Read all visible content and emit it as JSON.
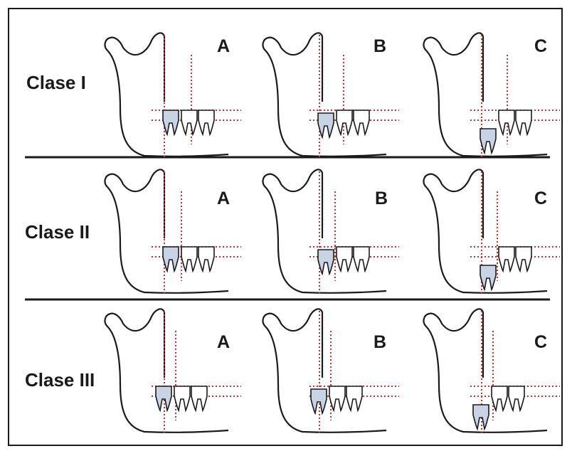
{
  "figure": {
    "rows": [
      {
        "label": "Clase I",
        "panels": [
          {
            "letter": "A",
            "depth": "A"
          },
          {
            "letter": "B",
            "depth": "B"
          },
          {
            "letter": "C",
            "depth": "C"
          }
        ]
      },
      {
        "label": "Clase II",
        "panels": [
          {
            "letter": "A",
            "depth": "A"
          },
          {
            "letter": "B",
            "depth": "B"
          },
          {
            "letter": "C",
            "depth": "C"
          }
        ]
      },
      {
        "label": "Clase III",
        "panels": [
          {
            "letter": "A",
            "depth": "A"
          },
          {
            "letter": "B",
            "depth": "B"
          },
          {
            "letter": "C",
            "depth": "C"
          }
        ]
      }
    ],
    "colors": {
      "outline": "#1a1a1a",
      "guide_lines": "#d42a2a",
      "molar_fill": "#c9d3e6",
      "separator": "#1a1a1a",
      "background": "#ffffff"
    }
  }
}
